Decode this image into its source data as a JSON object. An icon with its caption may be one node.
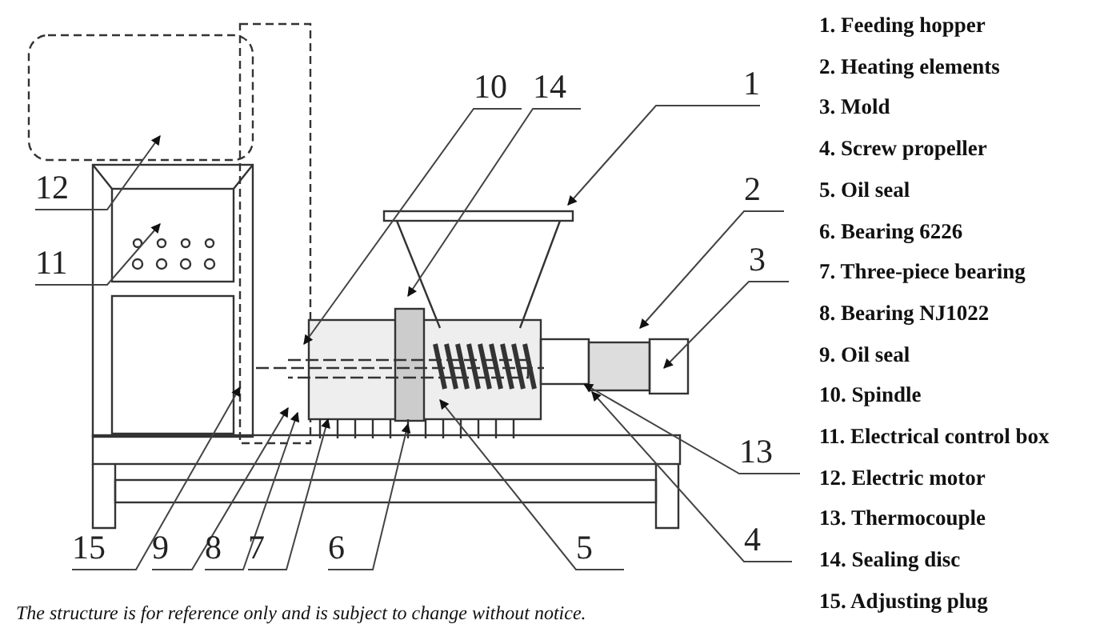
{
  "diagram": {
    "caption": "The structure is for reference only and is subject to change without notice.",
    "nodes": [
      {
        "text": [
          "10"
        ]
      },
      {
        "text": [
          "14"
        ]
      },
      {
        "text": [
          "1"
        ]
      },
      {
        "text": [
          "12"
        ]
      },
      {
        "text": [
          "11"
        ]
      },
      {
        "text": [
          "2"
        ]
      },
      {
        "text": [
          "3"
        ]
      },
      {
        "text": [
          "13"
        ]
      },
      {
        "text": [
          "4"
        ]
      },
      {
        "text": [
          "15"
        ]
      },
      {
        "text": [
          "9"
        ]
      },
      {
        "text": [
          "8"
        ]
      },
      {
        "text": [
          "7"
        ]
      },
      {
        "text": [
          "6"
        ]
      },
      {
        "text": [
          "5"
        ]
      }
    ],
    "edges": [
      {
        "from": 0,
        "to": null,
        "arrow": "to"
      },
      {
        "from": 1,
        "to": null,
        "arrow": "to"
      },
      {
        "from": 2,
        "to": null,
        "arrow": "to"
      },
      {
        "from": 3,
        "to": null,
        "arrow": "to"
      },
      {
        "from": 4,
        "to": null,
        "arrow": "to"
      },
      {
        "from": 5,
        "to": null,
        "arrow": "to"
      },
      {
        "from": 6,
        "to": null,
        "arrow": "to"
      },
      {
        "from": 7,
        "to": null,
        "arrow": "to"
      },
      {
        "from": 8,
        "to": null,
        "arrow": "to"
      },
      {
        "from": 9,
        "to": null,
        "arrow": "to"
      },
      {
        "from": 10,
        "to": null,
        "arrow": "to"
      },
      {
        "from": 11,
        "to": null,
        "arrow": "to"
      },
      {
        "from": 12,
        "to": null,
        "arrow": "to"
      },
      {
        "from": 13,
        "to": null,
        "arrow": "to"
      },
      {
        "from": 14,
        "to": null,
        "arrow": "to"
      }
    ],
    "labels": [
      "1. Feeding hopper",
      "2. Heating elements",
      "3. Mold",
      "4. Screw propeller",
      "5. Oil seal",
      "6. Bearing 6226",
      "7. Three-piece bearing",
      "8. Bearing NJ1022",
      "9. Oil seal",
      "10. Spindle",
      "11. Electrical control box",
      "12. Electric motor",
      "13. Thermocouple",
      "14. Sealing disc",
      "15. Adjusting plug"
    ]
  }
}
